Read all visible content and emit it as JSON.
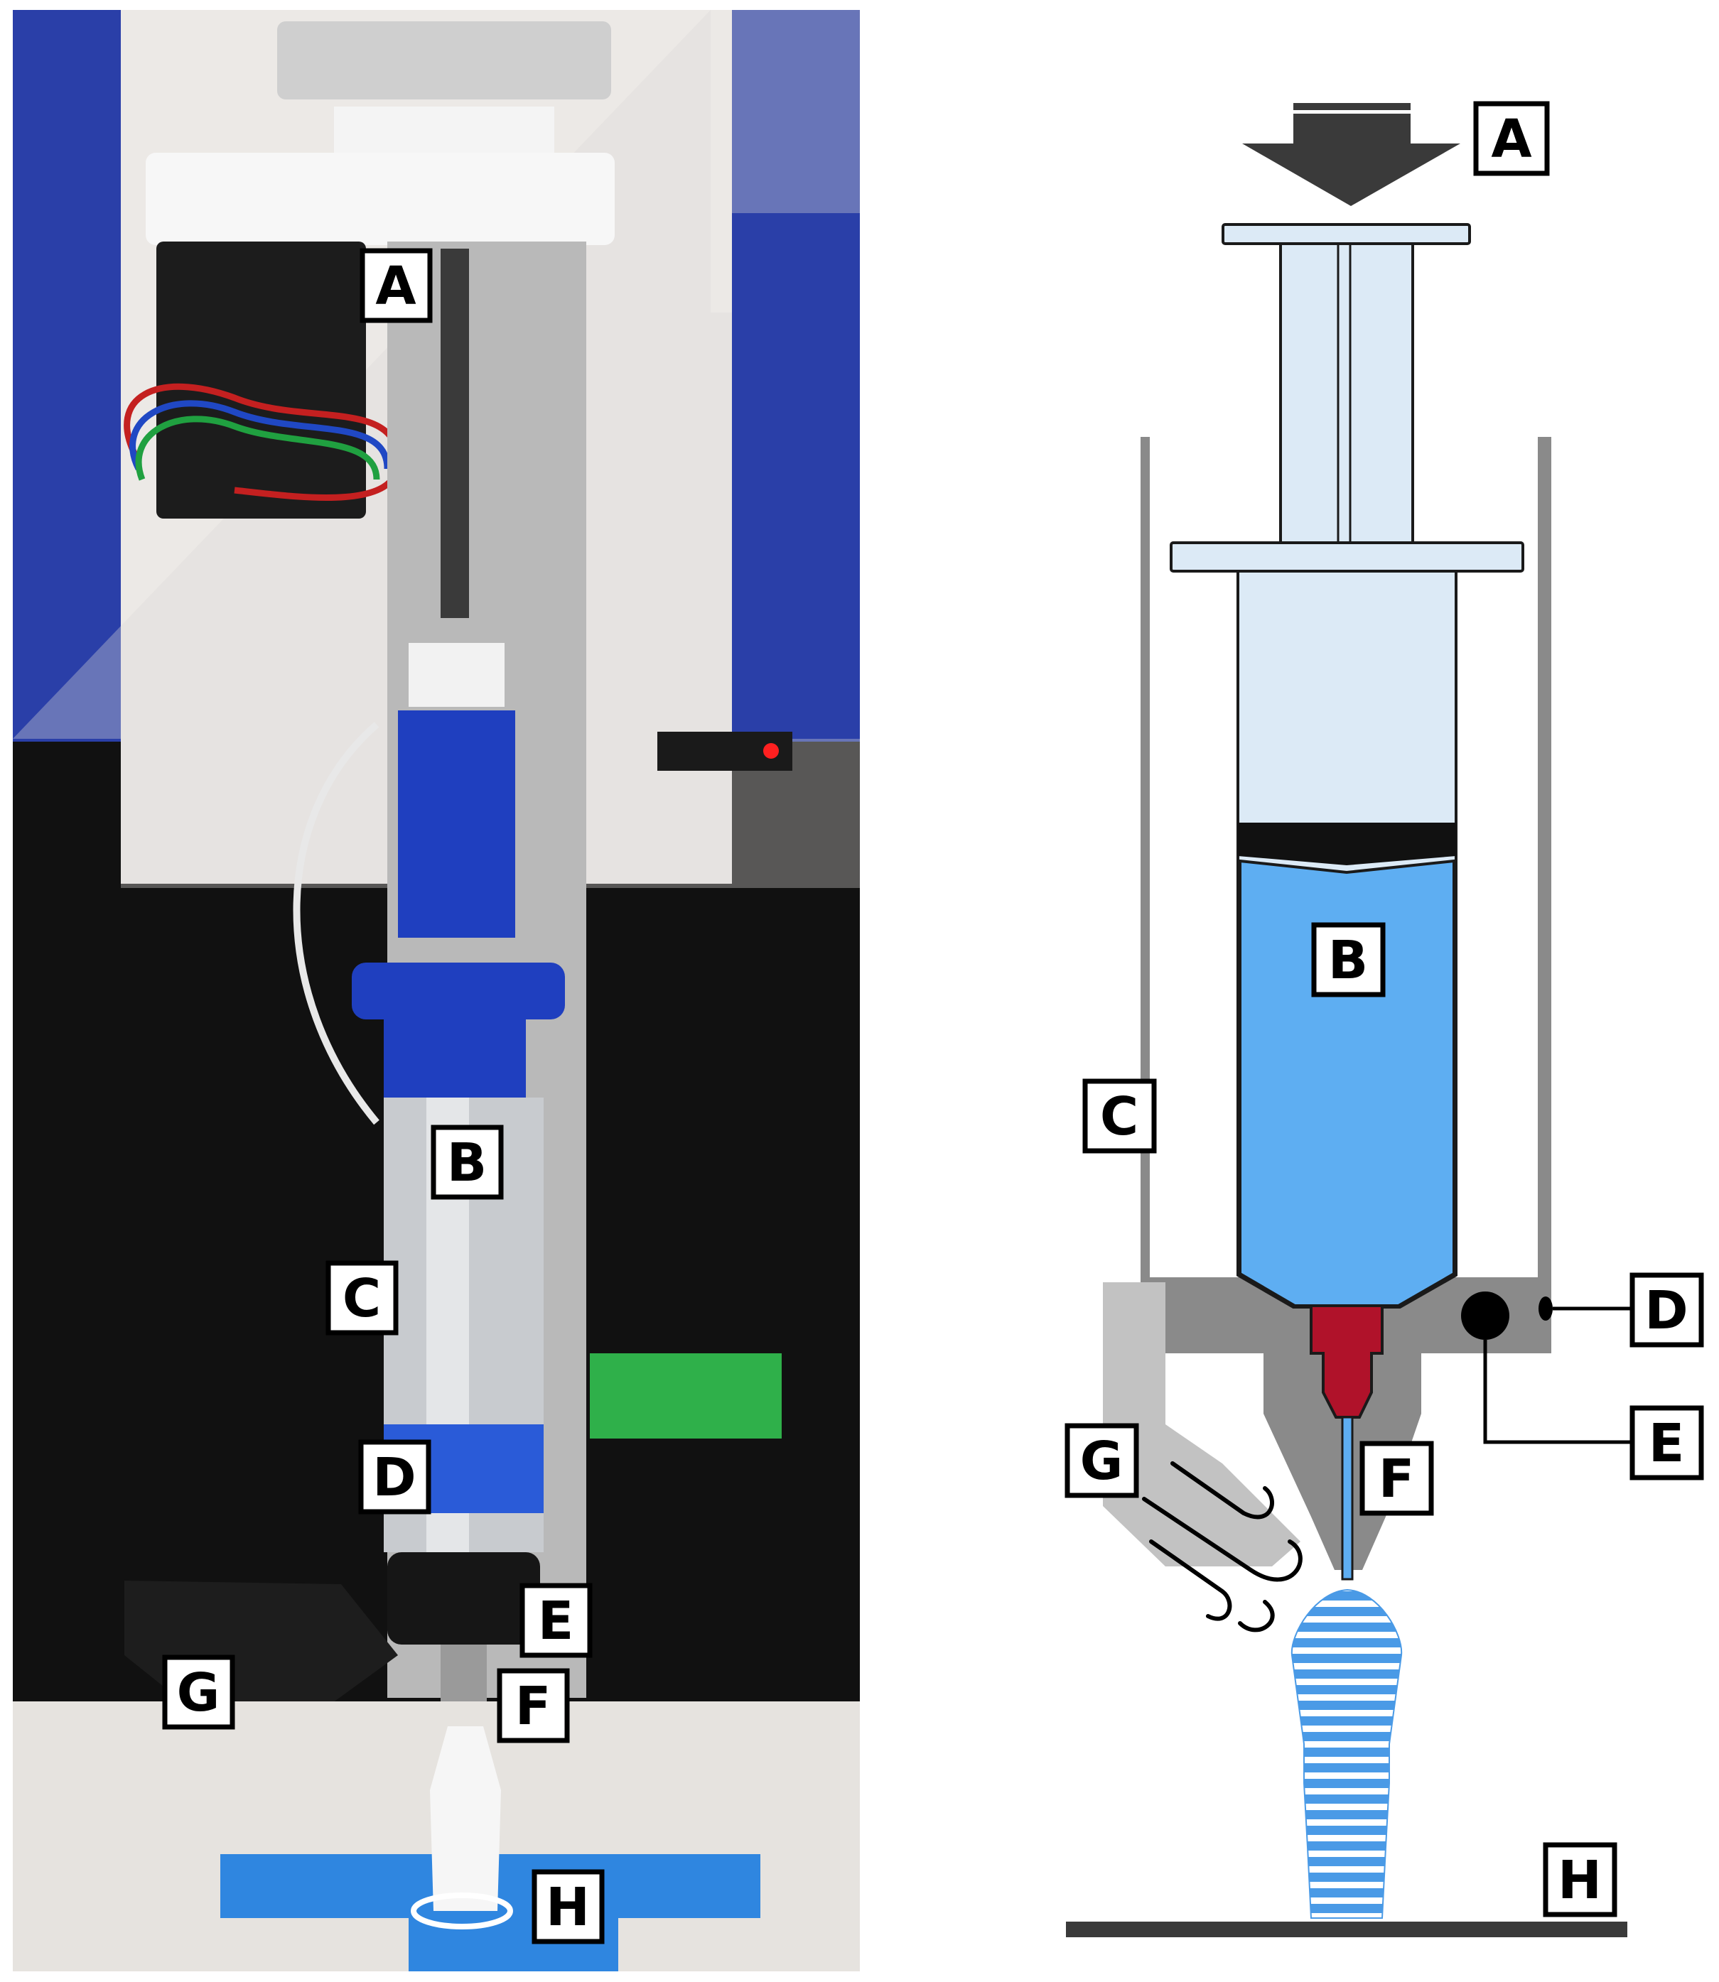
{
  "photo_labels": [
    "A",
    "B",
    "C",
    "D",
    "E",
    "F",
    "G",
    "H"
  ],
  "diagram_labels": [
    "A",
    "B",
    "C",
    "D",
    "E",
    "F",
    "G",
    "H"
  ],
  "colors": {
    "ink_blue": "#5eaef2",
    "nozzle_red": "#b0122a",
    "housing_gray": "#8a8a8a",
    "airflow_gray": "#c2c2c2",
    "syringe_glass": "#dceaf6",
    "stage_blue": "#2f86e0",
    "stepper_black": "#1c1c1c",
    "plunger_blue": "#1f3fbf"
  }
}
